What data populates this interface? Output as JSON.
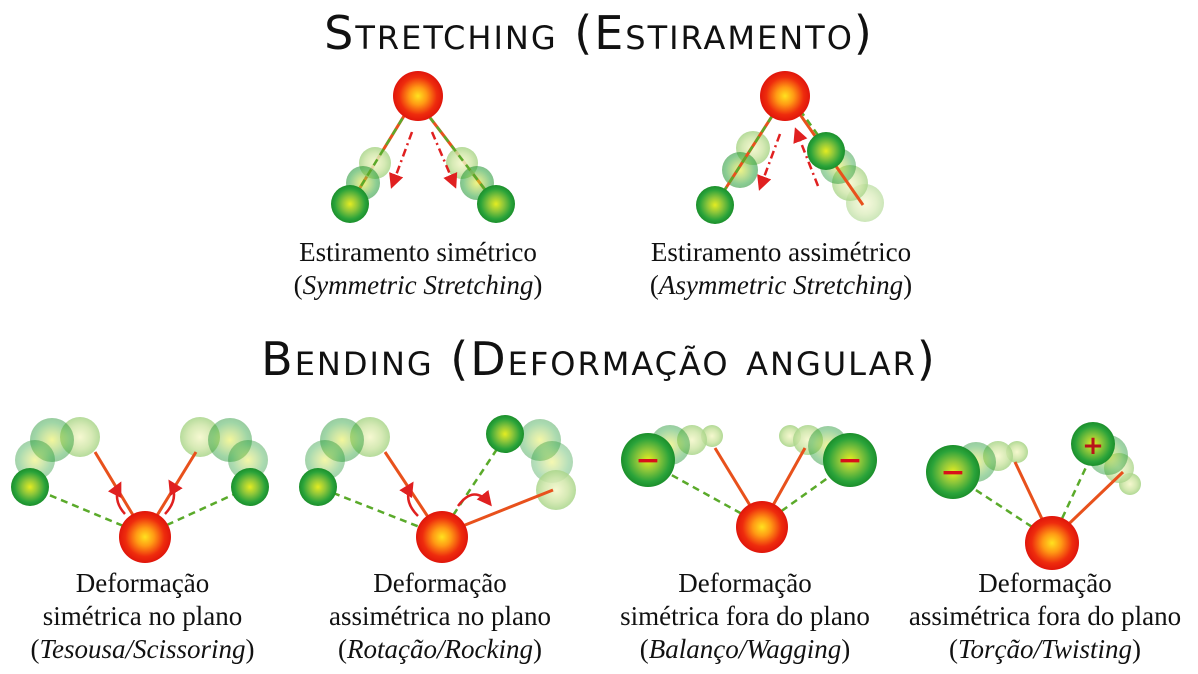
{
  "titles": {
    "stretching": "Stretching (Estiramento)",
    "bending": "Bending (Deformação angular)"
  },
  "modes": [
    {
      "line1": "Estiramento simétrico",
      "paren_open": "(",
      "english": "Symmetric Stretching",
      "paren_close": ")"
    },
    {
      "line1": "Estiramento assimétrico",
      "paren_open": "(",
      "english": "Asymmetric Stretching",
      "paren_close": ")"
    },
    {
      "line1": "Deformação",
      "line2": "simétrica no plano",
      "paren_open": "(",
      "english": "Tesousa/Scissoring",
      "paren_close": ")"
    },
    {
      "line1": "Deformação",
      "line2": "assimétrica no plano",
      "paren_open": "(",
      "english": "Rotação/Rocking",
      "paren_close": ")"
    },
    {
      "line1": "Deformação",
      "line2": "simétrica fora do plano",
      "paren_open": "(",
      "english": "Balanço/Wagging",
      "paren_close": ")"
    },
    {
      "line1": "Deformação",
      "line2": "assimétrica fora do plano",
      "paren_open": "(",
      "english": "Torção/Twisting",
      "paren_close": ")"
    }
  ],
  "charges": {
    "minus": "−",
    "plus": "+"
  },
  "colors": {
    "central_atom": "#e51b0e",
    "central_core": "#ffd21f",
    "outer_atom": "#1f9a2e",
    "outer_core": "#d8e81a",
    "bond": "#e8511c",
    "dashed_bond": "#5aaa2a",
    "arrow": "#e02020"
  }
}
